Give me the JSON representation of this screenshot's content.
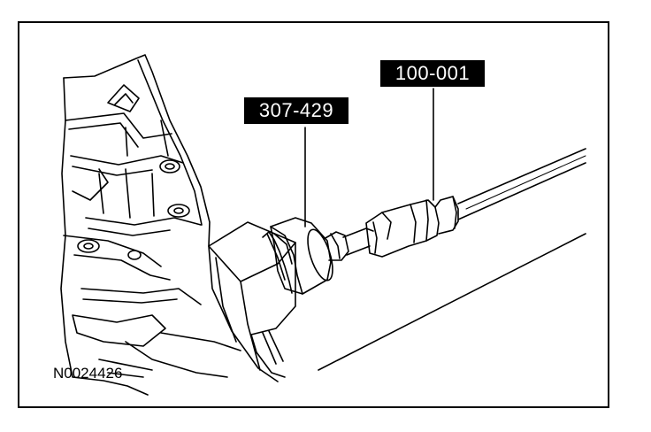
{
  "figure_id": "N0024426",
  "callouts": [
    {
      "label": "307-429",
      "refers_to": "socket-collar"
    },
    {
      "label": "100-001",
      "refers_to": "slide-hammer"
    }
  ]
}
